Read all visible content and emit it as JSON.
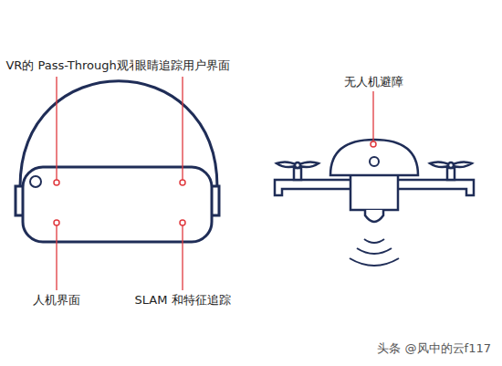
{
  "diagram": {
    "labels": [
      "VR的 Pass-Through观看",
      "眼睛追踪用户界面",
      "无人机避障",
      "人机界面",
      "SLAM 和特征追踪",
      "头条 @风中的云f117"
    ]
  }
}
